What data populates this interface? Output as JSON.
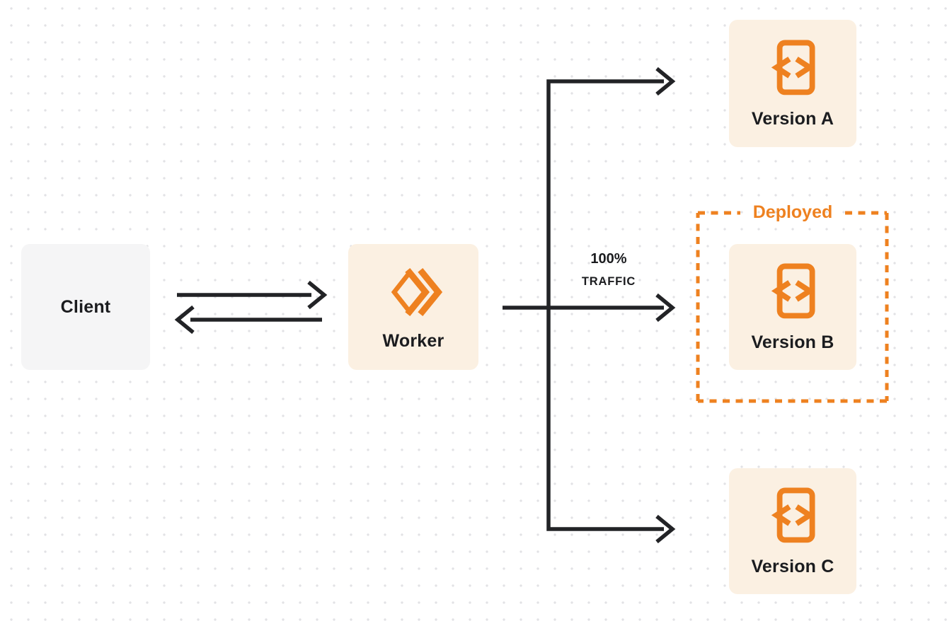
{
  "colors": {
    "accent_orange": "#EE8120",
    "card_cream": "#FBF0E2",
    "card_gray": "#F5F5F6",
    "line_dark": "#222326",
    "text_dark": "#1B1C1F",
    "dot_grid": "#E2E2E5"
  },
  "nodes": {
    "client": {
      "label": "Client"
    },
    "worker": {
      "label": "Worker"
    },
    "versions": [
      {
        "label": "Version A"
      },
      {
        "label": "Version B"
      },
      {
        "label": "Version C"
      }
    ]
  },
  "annotations": {
    "deployed": "Deployed",
    "traffic_percent": "100%",
    "traffic_word": "TRAFFIC"
  }
}
